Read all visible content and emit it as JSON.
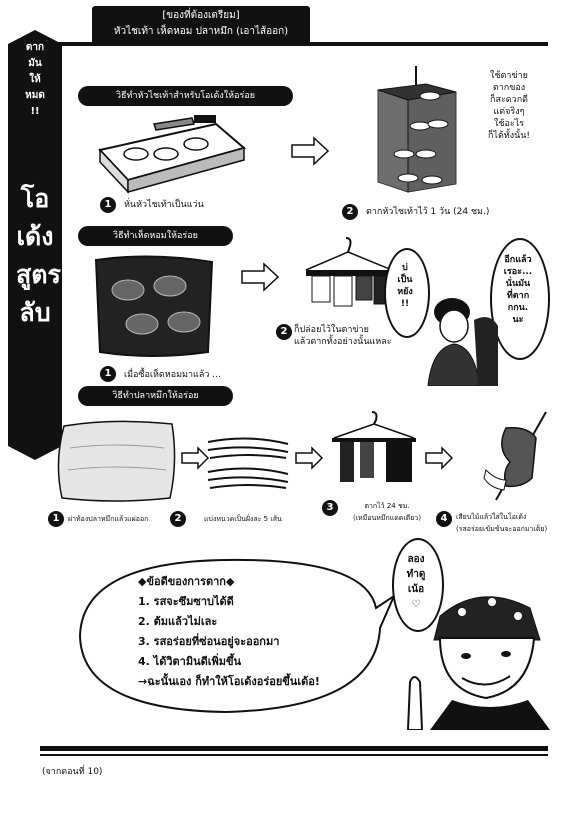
{
  "header": {
    "title": "[ของที่ต้องเตรียม]",
    "ingredients": "หัวไชเท้า เห็ดหอม ปลาหมึก (เอาไส้ออก)"
  },
  "sidebar": {
    "tagline": [
      "ตาก",
      "มัน",
      "ให้",
      "หมด",
      "!!"
    ],
    "title_lines": [
      "โอ",
      "เด้ง",
      "สูตร",
      "ลับ"
    ]
  },
  "radish": {
    "label": "วิธีทำหัวไชเท้าสำหรับโอเด้งให้อร่อย",
    "step1": {
      "num": "1",
      "text": "หั่นหัวไชเท้าเป็นแว่น"
    },
    "step2": {
      "num": "2",
      "text": "ตากหัวไชเท้าไว้ 1 วัน (24 ชม.)"
    },
    "note": [
      "ใช้ตาข่าย",
      "ตากของ",
      "ก็สะดวกดี",
      "แต่จริงๆ",
      "ใช้อะไร",
      "ก็ได้ทั้งนั้น!"
    ]
  },
  "mushroom": {
    "label": "วิธีทำเห็ดหอมให้อร่อย",
    "step1": {
      "num": "1",
      "text": "เมื่อซื้อเห็ดหอมมาแล้ว ..."
    },
    "step2": {
      "num": "2",
      "text_lines": [
        "ก็ปล่อยไว้ในตาข่าย",
        "แล้วตากทั้งอย่างนั้นแหละ"
      ]
    },
    "speech_left": [
      "บ่",
      "เป็น",
      "หยัง",
      "!!"
    ],
    "speech_right": [
      "อีกแล้ว",
      "เรอะ...",
      "นั่นมัน",
      "ที่ตาก",
      "กกน.",
      "นะ"
    ]
  },
  "squid": {
    "label": "วิธีทำปลาหมึกให้อร่อย",
    "step1": {
      "num": "1",
      "text": "ผ่าท้องปลาหมึกแล้วแผ่ออก"
    },
    "step2": {
      "num": "2",
      "text": "แบ่งหนวดเป็นฝั่งละ 5 เส้น"
    },
    "step3": {
      "num": "3",
      "text_lines": [
        "ตากไว้ 24 ชม.",
        "(เหมือนหมึกแดดเดียว)"
      ]
    },
    "step4": {
      "num": "4",
      "text_lines": [
        "เสียบไม้แล้วใส่ในโอเด้ง",
        "(รสอร่อยเข้มข้นจะออกมาเต็ย)"
      ]
    }
  },
  "tips": {
    "heading": "◆ข้อดีของการตาก◆",
    "items": [
      "1. รสจะซึมซาบได้ดี",
      "2. ต้มแล้วไม่เละ",
      "3. รสอร่อยที่ซ่อนอยู่จะออกมา",
      "4. ได้วิตามินดีเพิ่มขึ้น"
    ],
    "conclusion": "→ฉะนั้นเอง ก็ทำให้โอเด้งอร่อยขึ้นเด้อ!"
  },
  "chef_speech": [
    "ลอง",
    "ทำดู",
    "เน้อ",
    "♡"
  ],
  "footer": {
    "text": "(จากตอนที่ 10)"
  }
}
